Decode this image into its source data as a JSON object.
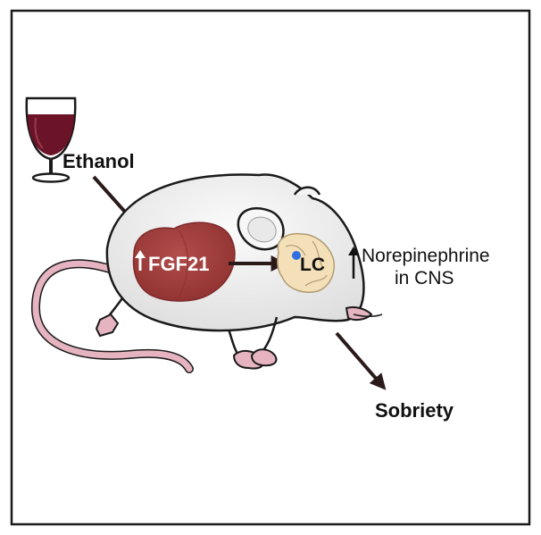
{
  "labels": {
    "ethanol": "Ethanol",
    "fgf21": "FGF21",
    "lc": "LC",
    "norepinephrine_line1": "Norepinephrine",
    "norepinephrine_line2": "in CNS",
    "sobriety": "Sobriety"
  },
  "icons": {
    "wine_glass": "wine-glass-icon",
    "mouse": "mouse-illustration",
    "liver": "liver-icon",
    "brain": "brain-icon",
    "up_arrow": "up-arrow-icon"
  },
  "colors": {
    "frame": "#1a1a1a",
    "wine": "#6b1327",
    "liver": "#a8403f",
    "liver_dark": "#8e3232",
    "mouse_body": "#f2f2f2",
    "mouse_shade": "#dcdcdc",
    "mouse_pink": "#e6b4c0",
    "brain": "#f3e0b8",
    "lc_dot": "#2f6fe0",
    "arrow": "#2b1a1a",
    "text_light": "#ffffff"
  }
}
